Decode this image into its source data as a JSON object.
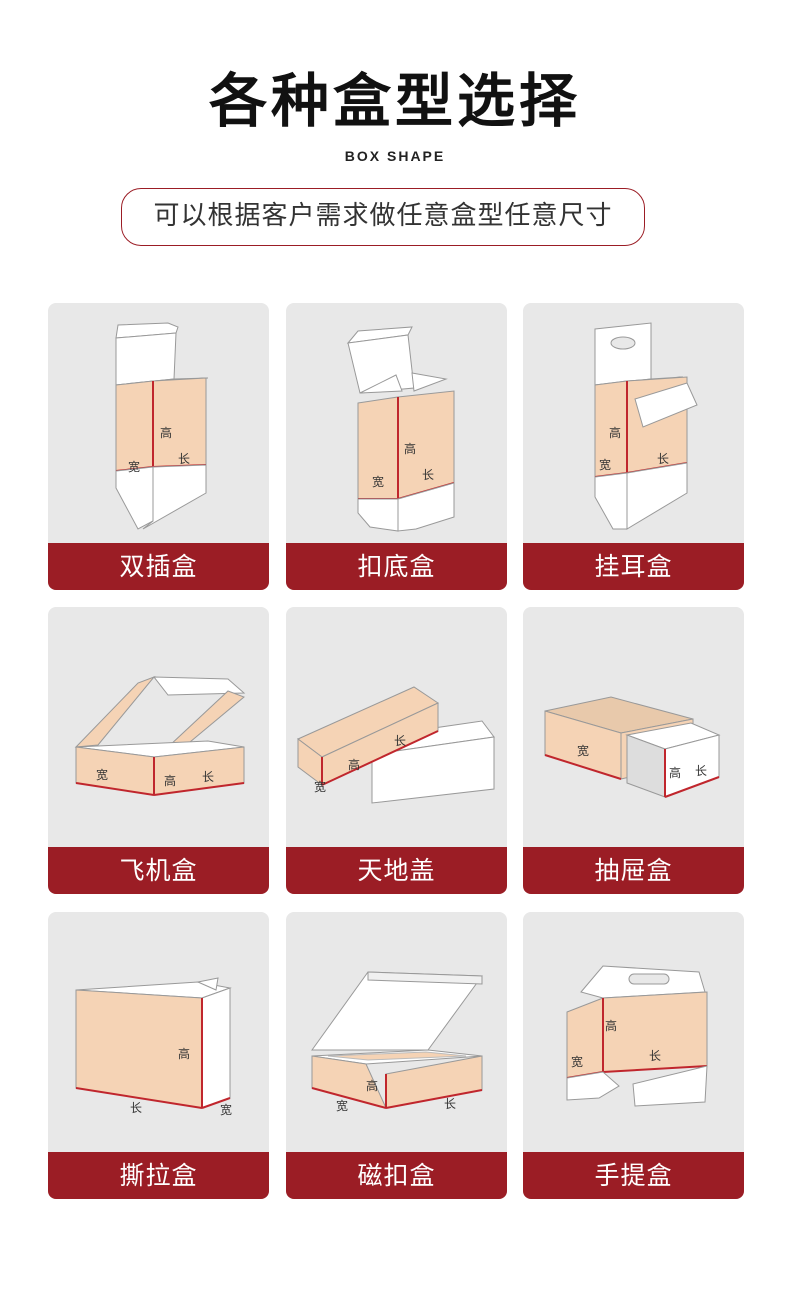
{
  "header": {
    "title": "各种盒型选择",
    "subtitle": "BOX SHAPE",
    "note": "可以根据客户需求做任意盒型任意尺寸"
  },
  "dims": {
    "height": "高",
    "length": "长",
    "width": "宽"
  },
  "colors": {
    "accent": "#9b1d25",
    "card_bg": "#e8e8e8",
    "box_fill": "#f5d3b5",
    "edge_red": "#c0262d"
  },
  "boxes": [
    {
      "label": "双插盒"
    },
    {
      "label": "扣底盒"
    },
    {
      "label": "挂耳盒"
    },
    {
      "label": "飞机盒"
    },
    {
      "label": "天地盖"
    },
    {
      "label": "抽屉盒"
    },
    {
      "label": "撕拉盒"
    },
    {
      "label": "磁扣盒"
    },
    {
      "label": "手提盒"
    }
  ]
}
